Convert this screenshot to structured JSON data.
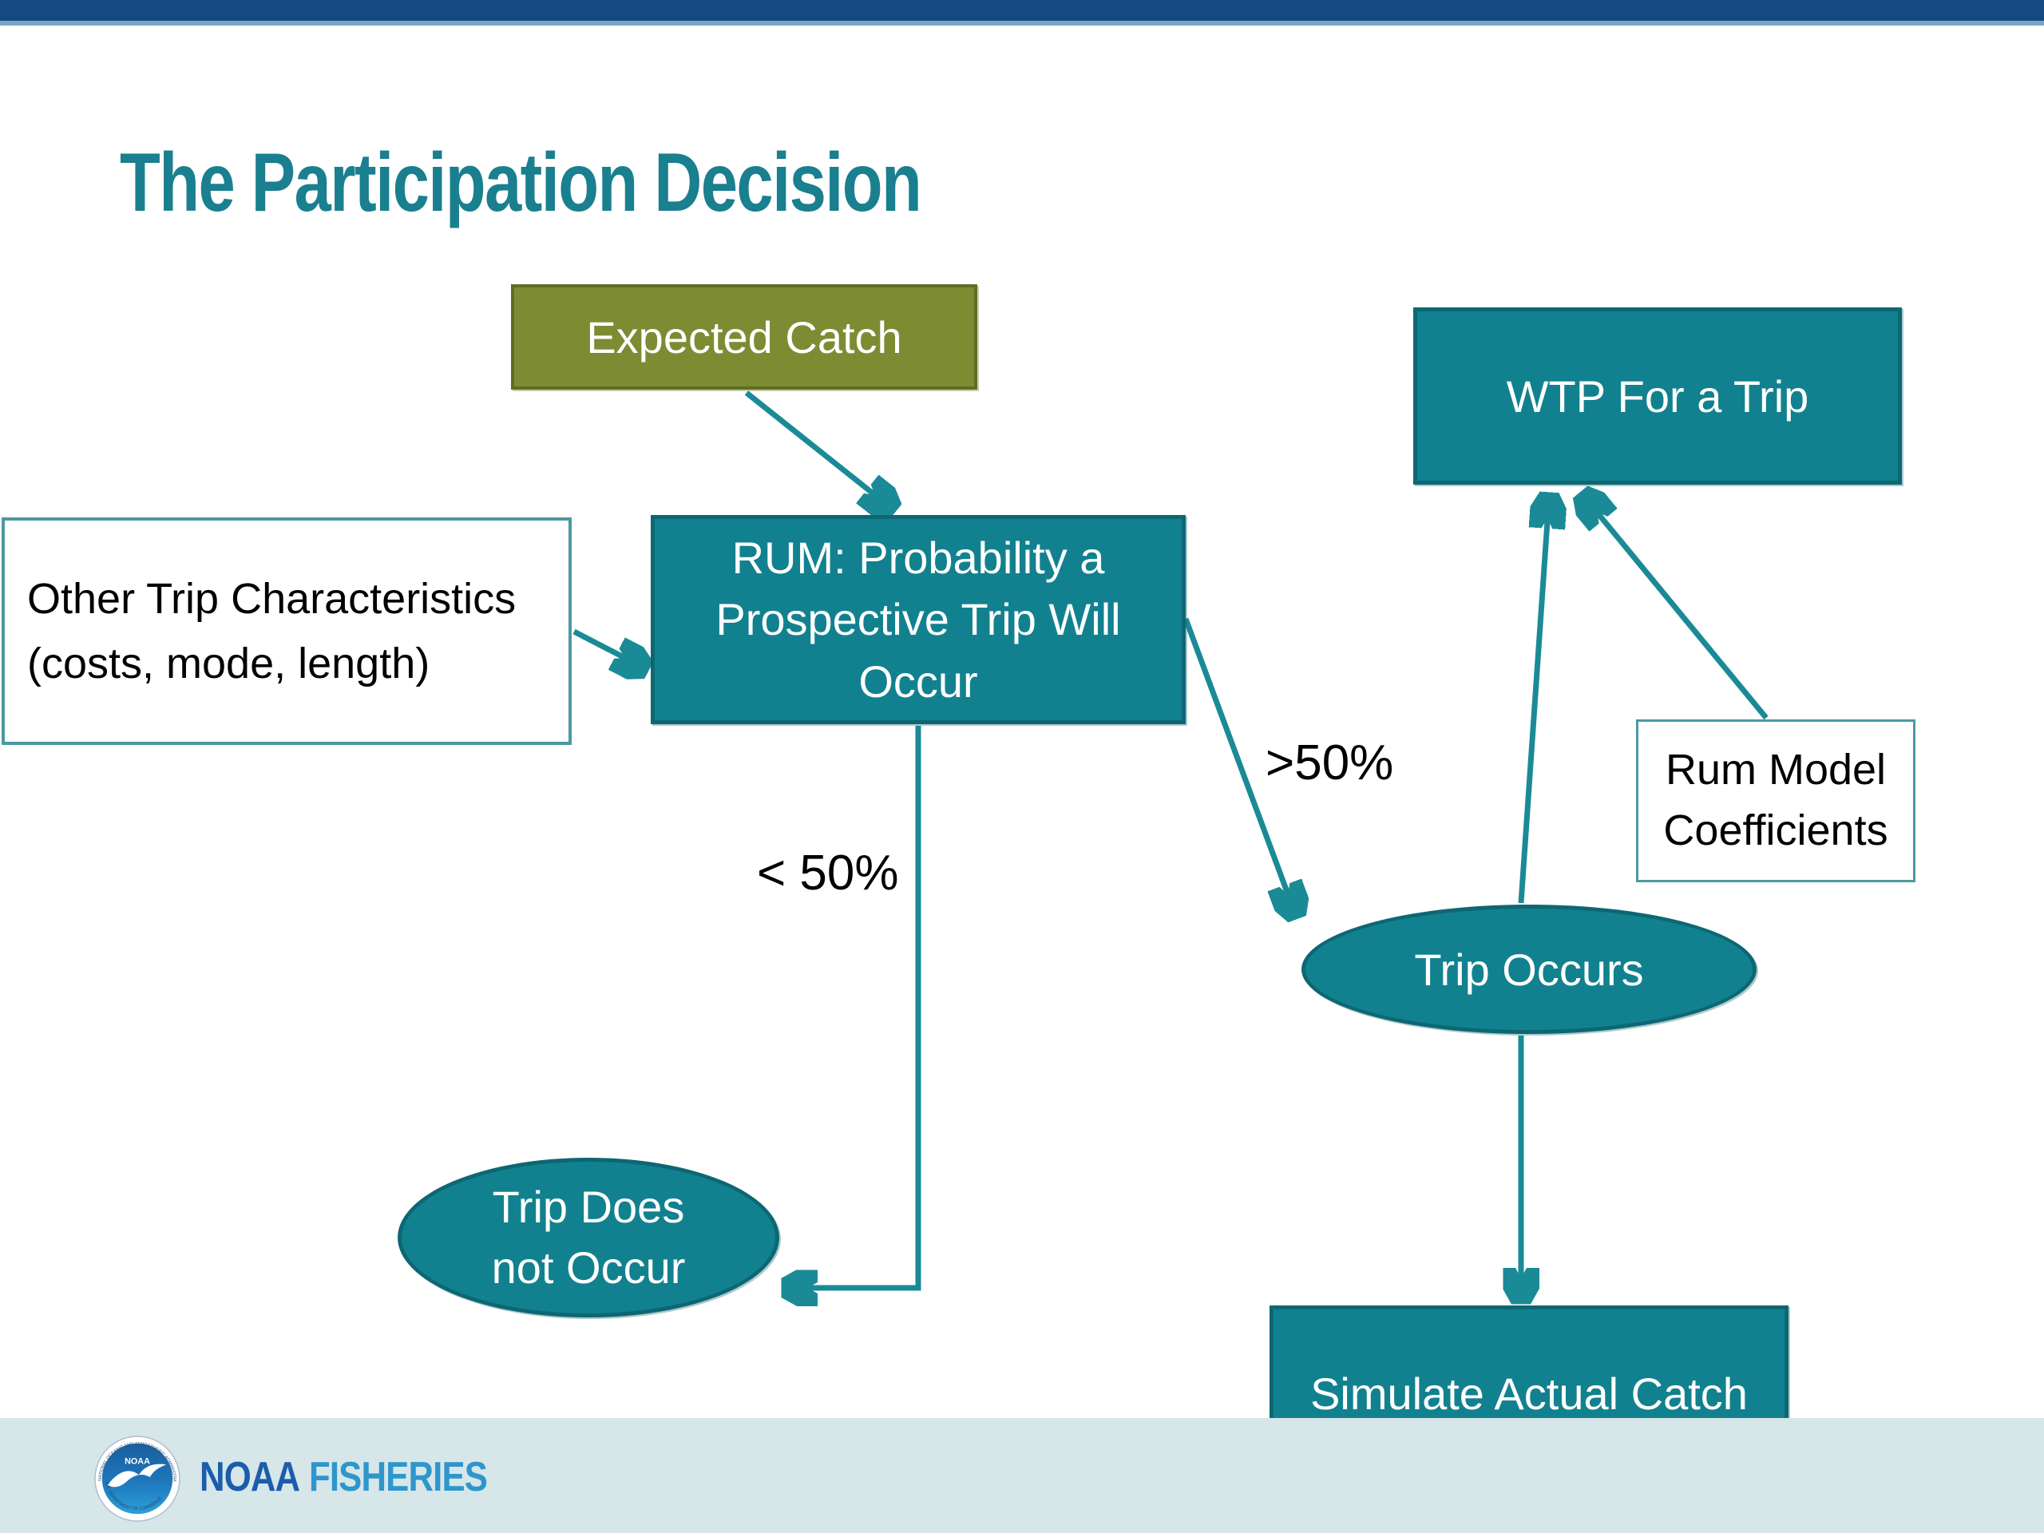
{
  "slide": {
    "title": "The Participation Decision"
  },
  "nodes": {
    "expected_catch": {
      "label": "Expected Catch",
      "shape": "rectangle",
      "fill": "olive"
    },
    "other_trip": {
      "line1": "Other Trip Characteristics",
      "line2": "(costs, mode, length)",
      "shape": "rectangle",
      "fill": "white"
    },
    "rum": {
      "label": "RUM: Probability a Prospective Trip Will Occur",
      "shape": "rectangle",
      "fill": "teal"
    },
    "wtp": {
      "label": "WTP For a Trip",
      "shape": "rectangle",
      "fill": "teal"
    },
    "rum_model": {
      "label": "Rum Model Coefficients",
      "shape": "rectangle",
      "fill": "white"
    },
    "trip_occurs": {
      "label": "Trip Occurs",
      "shape": "ellipse",
      "fill": "teal"
    },
    "trip_does_not_occur": {
      "label": "Trip Does not Occur",
      "shape": "ellipse",
      "fill": "teal"
    },
    "simulate_actual_catch": {
      "label": "Simulate Actual Catch",
      "shape": "rectangle",
      "fill": "teal"
    }
  },
  "edges": [
    {
      "from": "expected_catch",
      "to": "rum",
      "label": ""
    },
    {
      "from": "other_trip",
      "to": "rum",
      "label": ""
    },
    {
      "from": "rum",
      "to": "trip_occurs",
      "label": ">50%"
    },
    {
      "from": "rum",
      "to": "trip_does_not_occur",
      "label": "< 50%"
    },
    {
      "from": "trip_occurs",
      "to": "wtp",
      "label": ""
    },
    {
      "from": "rum_model",
      "to": "wtp",
      "label": ""
    },
    {
      "from": "trip_occurs",
      "to": "simulate_actual_catch",
      "label": ""
    }
  ],
  "footer": {
    "brand_primary": "NOAA",
    "brand_secondary": "FISHERIES",
    "emblem_text": "NOAA",
    "emblem_arc_top": "NATIONAL OCEANIC AND ATMOSPHERIC ADMINISTRATION",
    "emblem_arc_bottom": "U.S. DEPARTMENT OF COMMERCE"
  },
  "colors": {
    "top_bar": "#134a80",
    "top_bar_accent": "#7fa1c9",
    "title": "#1a7f8e",
    "teal_fill": "#12818f",
    "teal_border": "#0d6773",
    "olive_fill": "#7d8c33",
    "olive_border": "#5f6e22",
    "white_box_border": "#4b99a1",
    "arrow": "#1b8a97",
    "band": "#d6e6e9",
    "noaa_dark": "#1b5dab",
    "noaa_light": "#2d96cc"
  }
}
